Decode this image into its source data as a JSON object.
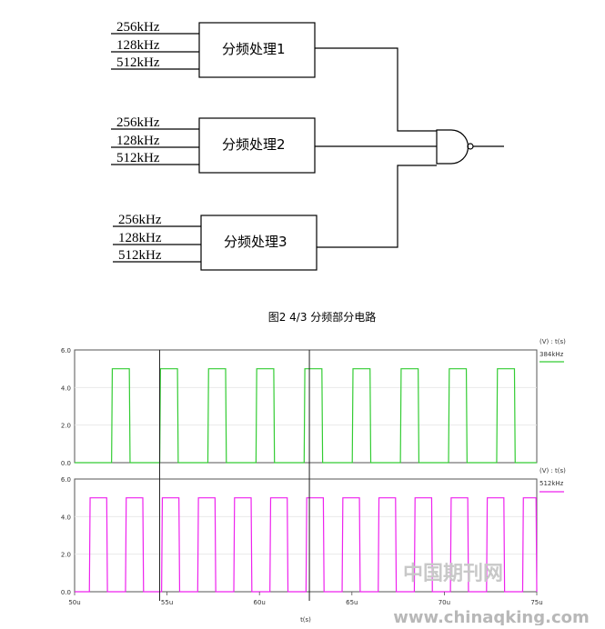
{
  "diagram": {
    "blocks": [
      {
        "label": "分频处理1",
        "inputs": [
          "256kHz",
          "128kHz",
          "512kHz"
        ]
      },
      {
        "label": "分频处理2",
        "inputs": [
          "256kHz",
          "128kHz",
          "512kHz"
        ]
      },
      {
        "label": "分频处理3",
        "inputs": [
          "256kHz",
          "128kHz",
          "512kHz"
        ]
      }
    ],
    "caption": "图2  4/3 分频部分电路"
  },
  "waveforms": {
    "x_label": "t(s)",
    "x_ticks": [
      "50u",
      "55u",
      "60u",
      "65u",
      "70u",
      "75u"
    ],
    "x_range": [
      50,
      75
    ],
    "panels": [
      {
        "y_ticks": [
          "6.0",
          "4.0",
          "2.0",
          "0.0"
        ],
        "y_range": [
          0,
          6
        ],
        "legend_axis": "(V) : t(s)",
        "legend_name": "384kHz",
        "color": "#33cc33",
        "period_us": 2.604,
        "first_high_us": 52.0,
        "high_us": 1.0,
        "level_high": 5.0,
        "level_low": 0.0
      },
      {
        "y_ticks": [
          "6.0",
          "4.0",
          "2.0",
          "0.0"
        ],
        "y_range": [
          0,
          6
        ],
        "legend_axis": "(V) : t(s)",
        "legend_name": "512kHz",
        "color": "#ee22ee",
        "period_us": 1.953,
        "first_high_us": 50.8,
        "high_us": 0.976,
        "level_high": 5.0,
        "level_low": 0.0
      }
    ],
    "cursors_us": [
      54.6,
      62.7
    ]
  },
  "watermark": {
    "cn": "中国期刊网",
    "url": "www.chinaqking.com"
  }
}
